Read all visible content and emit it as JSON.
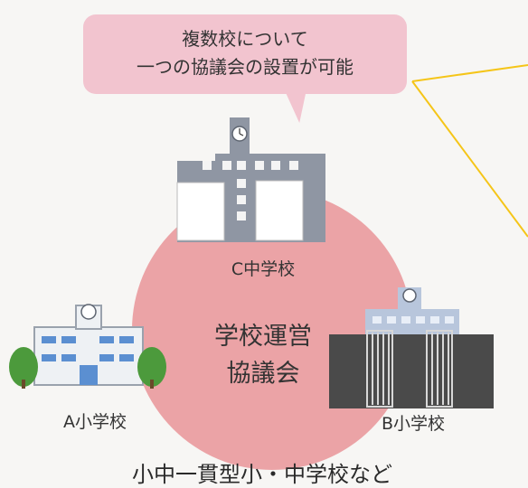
{
  "callout": {
    "line1": "複数校について",
    "line2": "一つの協議会の設置が可能"
  },
  "center": {
    "line1": "学校運営",
    "line2": "協議会"
  },
  "schools": {
    "c": "C中学校",
    "a": "A小学校",
    "b": "B小学校"
  },
  "caption": "小中一貫型小・中学校など",
  "colors": {
    "callout": "#f2c4cf",
    "circle": "#eba3a6",
    "pointer_lines": "#f5c518",
    "building": "#8f96a3",
    "tree": "#4c9a3c",
    "window": "#5b8fd1"
  }
}
